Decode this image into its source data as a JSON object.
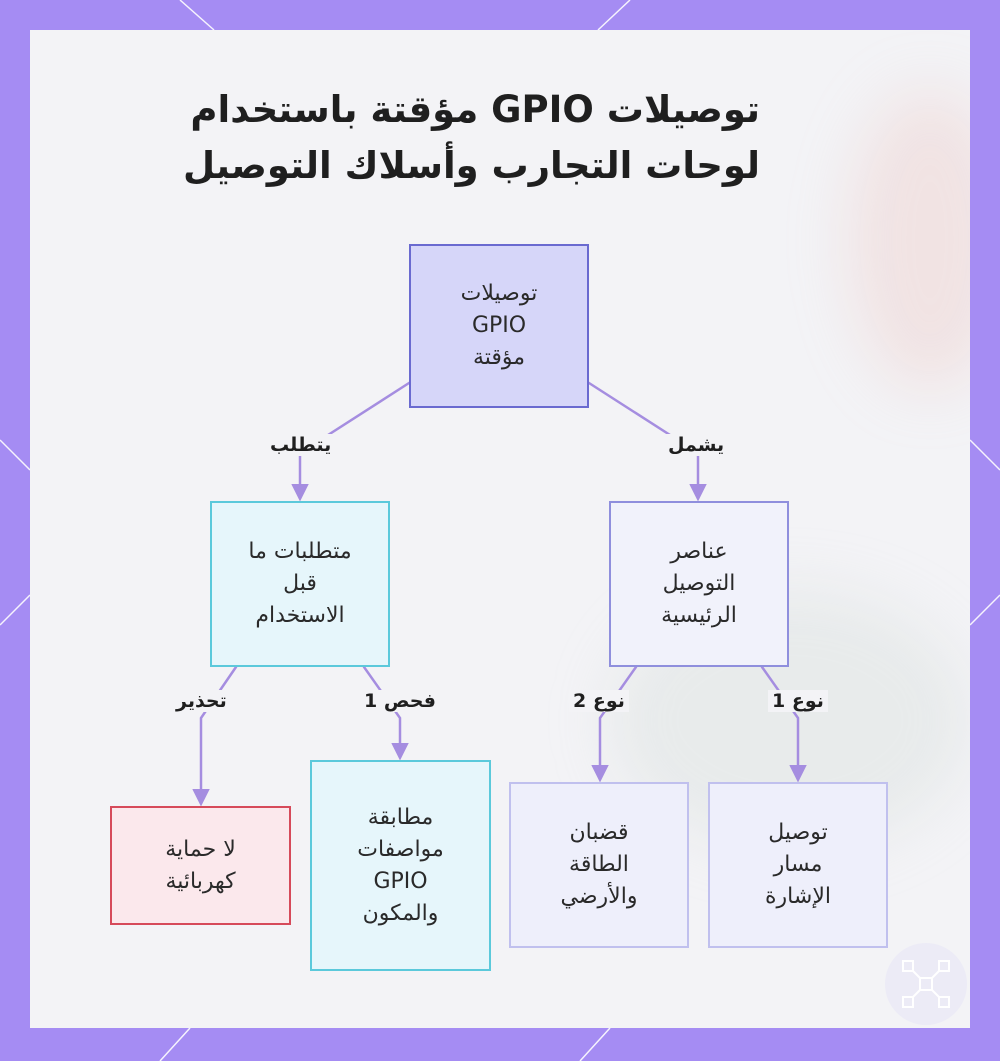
{
  "title": {
    "line1": "توصيلات GPIO مؤقتة باستخدام",
    "line2": "لوحات التجارب وأسلاك التوصيل"
  },
  "nodes": {
    "root": "توصيلات\nGPIO\nمؤقتة",
    "components": "عناصر\nالتوصيل\nالرئيسية",
    "prerequisites": "متطلبات ما\nقبل\nالاستخدام",
    "signal": "توصيل\nمسار\nالإشارة",
    "power": "قضبان\nالطاقة\nوالأرضي",
    "spec_match": "مطابقة\nمواصفات\nGPIO\nوالمكون",
    "no_protection": "لا حماية\nكهربائية"
  },
  "edge_labels": {
    "includes": "يشمل",
    "requires": "يتطلب",
    "type1": "نوع 1",
    "type2": "نوع 2",
    "check1": "فحص 1",
    "warning": "تحذير"
  },
  "colors": {
    "frame": "#a58cf3",
    "edge": "#a58de0",
    "root_fill": "#d6d6f9",
    "cyan_border": "#5bc9db",
    "red_border": "#d64a5a"
  }
}
